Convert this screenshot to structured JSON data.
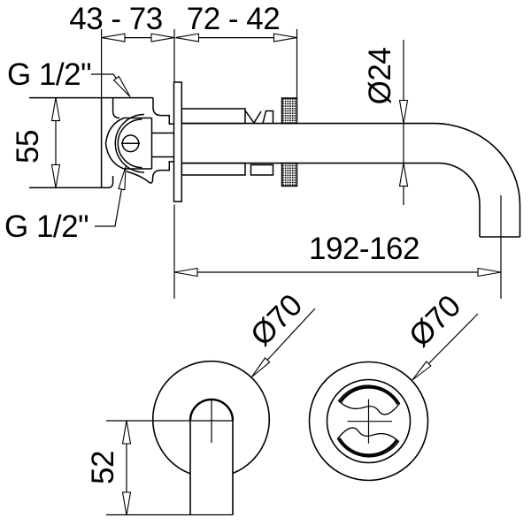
{
  "drawing": {
    "background": "#ffffff",
    "line_color": "#000000"
  },
  "side_view": {
    "dim_depth_range": "43 - 73",
    "dim_spout_adjust_range": "72 - 42",
    "label_top_connection": "G 1/2\"",
    "label_bottom_connection": "G  1/2\"",
    "dim_body_height": "55",
    "dim_spout_diameter": "Ø24",
    "dim_reach_range": "192-162"
  },
  "front_view_flange": {
    "dim_diameter": "Ø70",
    "dim_outlet_drop": "52"
  },
  "front_view_handle": {
    "dim_diameter": "Ø70"
  }
}
